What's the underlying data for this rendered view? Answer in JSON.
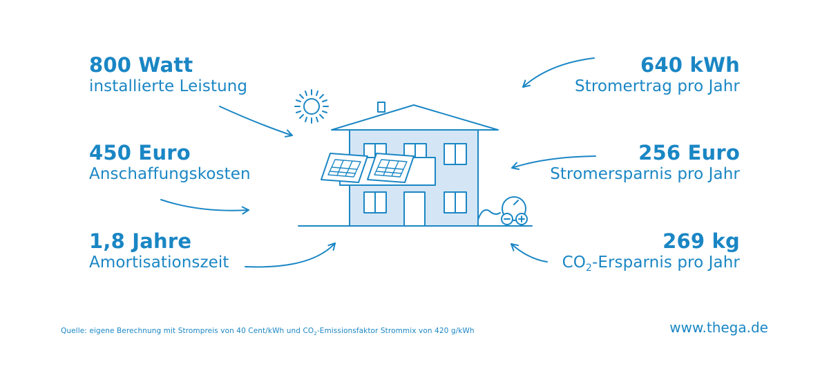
{
  "stats": {
    "power": {
      "value": "800 Watt",
      "label": "installierte Leistung"
    },
    "cost": {
      "value": "450 Euro",
      "label": "Anschaffungskosten"
    },
    "payback": {
      "value": "1,8 Jahre",
      "label": "Amortisationszeit"
    },
    "yield": {
      "value": "640 kWh",
      "label": "Stromertrag pro Jahr"
    },
    "savings": {
      "value": "256 Euro",
      "label": "Stromersparnis pro Jahr"
    },
    "co2": {
      "value": "269 kg",
      "label_prefix": "CO",
      "label_sub": "2",
      "label_suffix": "-Ersparnis pro Jahr"
    }
  },
  "footer": {
    "source_prefix": "Quelle: eigene Berechnung mit Strompreis von 40 Cent/kWh und CO",
    "source_sub": "2",
    "source_suffix": "-Emissionsfaktor Strommix von 420 g/kWh",
    "website": "www.thega.de"
  },
  "colors": {
    "primary": "#1a86c4",
    "house_fill": "#d4e6f5"
  },
  "icons": [
    "sun-icon",
    "house-icon",
    "solar-panel-icon",
    "battery-plug-icon",
    "arrow-icon"
  ]
}
